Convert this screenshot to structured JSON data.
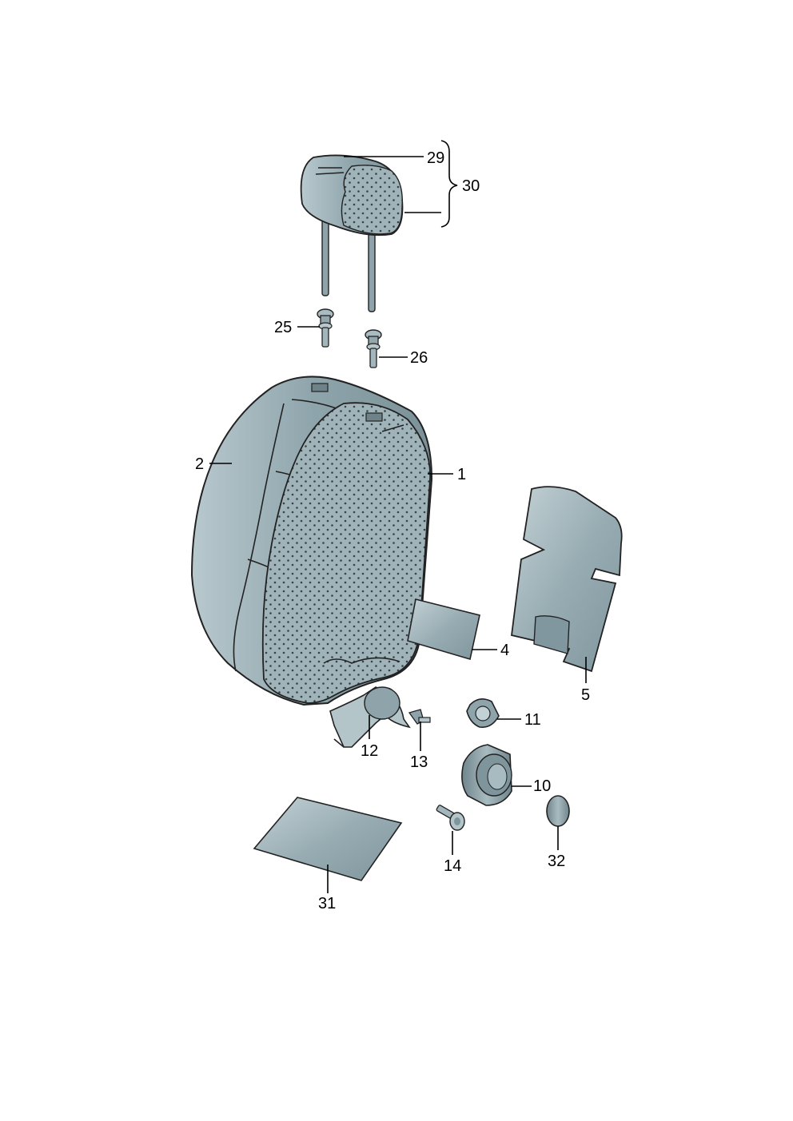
{
  "callouts": {
    "c1": "1",
    "c2": "2",
    "c4": "4",
    "c5": "5",
    "c10": "10",
    "c11": "11",
    "c12": "12",
    "c13": "13",
    "c14": "14",
    "c25": "25",
    "c26": "26",
    "c29": "29",
    "c30": "30",
    "c31": "31",
    "c32": "32"
  },
  "colors": {
    "part_fill": "#94aab1",
    "part_fill_dark": "#7b9198",
    "part_fill_light": "#b6c7cc",
    "outline": "#222222",
    "dot": "#33444a"
  }
}
